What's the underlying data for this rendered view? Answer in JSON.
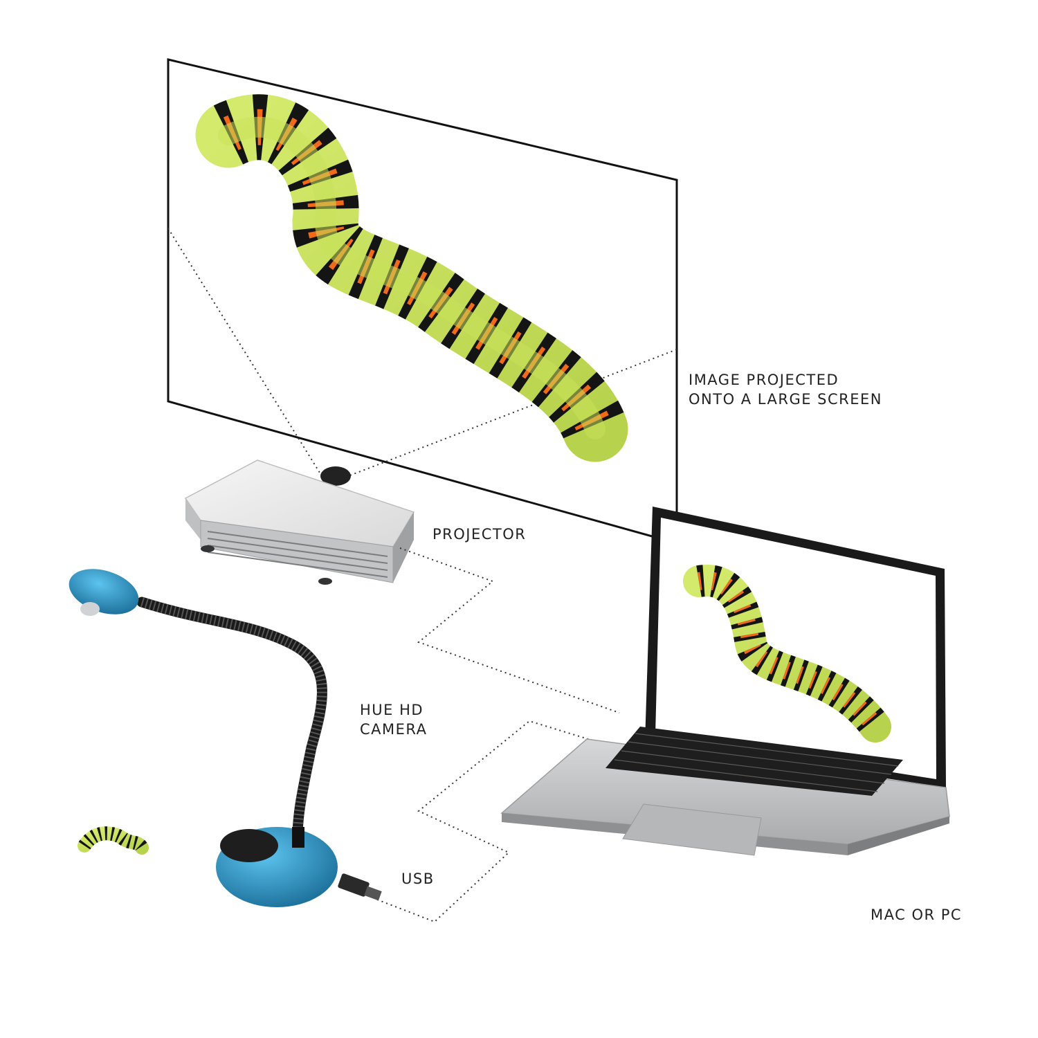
{
  "labels": {
    "screen": [
      "IMAGE PROJECTED",
      "ONTO A LARGE SCREEN"
    ],
    "projector": "PROJECTOR",
    "camera": [
      "HUE HD",
      "CAMERA"
    ],
    "usb": "USB",
    "computer": "MAC OR PC"
  },
  "colors": {
    "caterpillar_green": "#c9e25a",
    "caterpillar_stripe": "#141414",
    "caterpillar_spot": "#f06a1c",
    "camera_blue": "#2d9fd3",
    "laptop_silver": "#c8c9cb",
    "projector_silver": "#e6e6e6"
  }
}
